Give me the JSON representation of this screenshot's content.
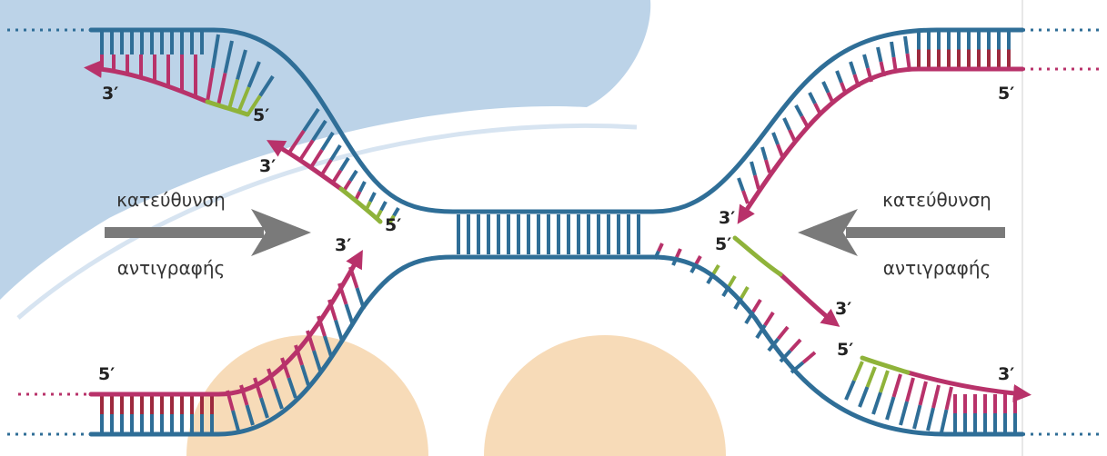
{
  "labels": {
    "left_direction_line1": "κατεύθυνση",
    "left_direction_line2": "αντιγραφής",
    "right_direction_line1": "κατεύθυνση",
    "right_direction_line2": "αντιγραφής"
  },
  "ends": {
    "left_top_3": "3′",
    "left_top_5": "5′",
    "left_mid_3": "3′",
    "left_mid_5": "5′",
    "left_low_3": "3′",
    "left_bottom_5": "5′",
    "right_top_5": "5′",
    "right_mid_3": "3′",
    "right_mid_5": "5′",
    "right_low_3": "3′",
    "right_low_5": "5′",
    "right_bottom_3": "3′"
  },
  "colors": {
    "parental_strand": "#2f6e97",
    "new_strand": "#b8326a",
    "new_strand_dark": "#9d2a3e",
    "primer": "#8fb33a",
    "arrow_gray": "#7a7a7a",
    "watermark_blue": "#bcd3e8",
    "watermark_orange": "#f7dbb8"
  }
}
